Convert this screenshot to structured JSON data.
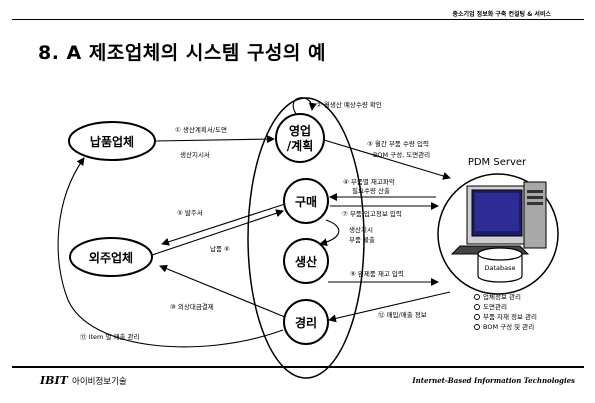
{
  "header": {
    "text": "중소기업 정보화 구축 컨설팅 & 서비스"
  },
  "title": "8. A 제조업체의 시스템 구성의 예",
  "nodes": {
    "napum": "납품업체",
    "oeju": "외주업체",
    "youngup_line1": "영업",
    "youngup_line2": "/계획",
    "gumae": "구매",
    "saengsan": "생산",
    "gyeongni": "경리",
    "server": "PDM Server",
    "database": "Database"
  },
  "edges": {
    "e1": "① 생산계획서/도면",
    "e1b": "생산지시서",
    "e2": "② 월생산 예상수량 확인",
    "e3a": "③ 월간 부품 수량 입력",
    "e3b": "BOM 구성, 도면관리",
    "e4a": "④ 부품별 재고파악",
    "e4b": "필요수량 산출",
    "e5": "⑤ 발주서",
    "e6": "납품 ⑥",
    "e7": "⑦ 부품 입고정보 입력",
    "e8a": "생산지시",
    "e8b": "부품 불출",
    "e9": "⑨ 완제품 재고 입력",
    "e10": "⑩ 외상대금결제",
    "e11": "⑪ Item 별 매출 관리",
    "e12": "⑫ 매입/매출 정보"
  },
  "server_list": [
    "업체정보 관리",
    "도면관리",
    "부품 자재 정보 관리",
    "BOM 구성 및 관리"
  ],
  "footer": {
    "brand": "IBIT",
    "brand_kr": "아이비정보기술",
    "right": "Internet-Based Information Technologies"
  }
}
